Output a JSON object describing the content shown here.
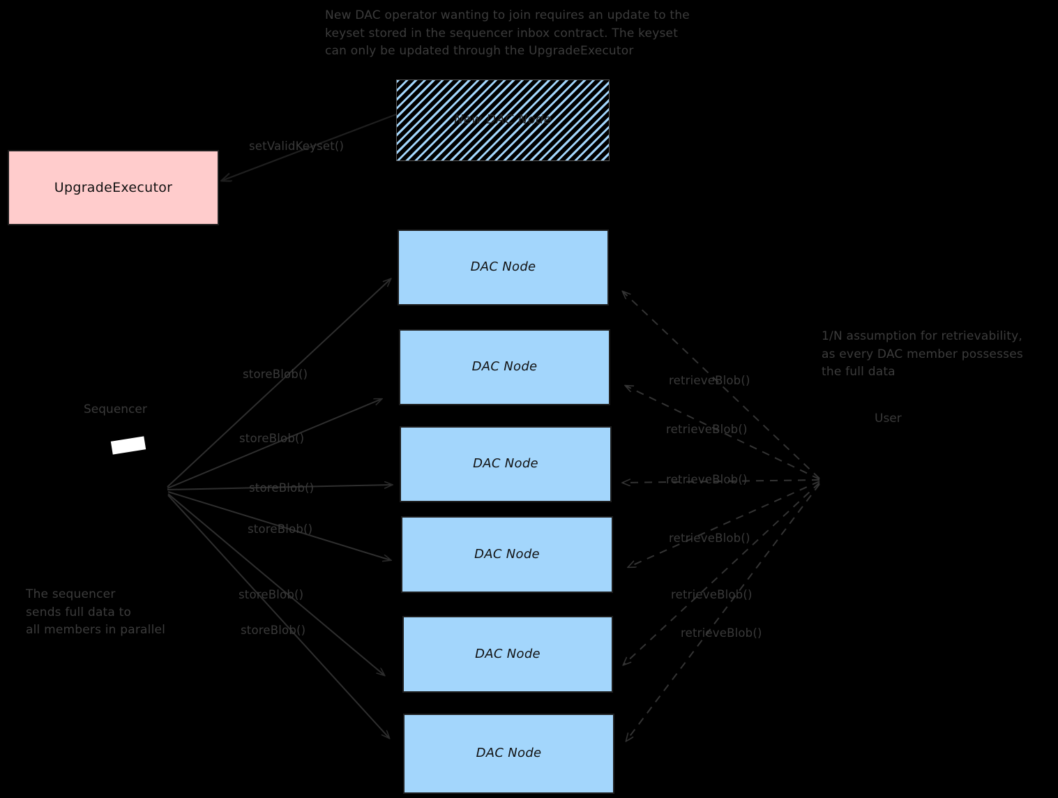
{
  "diagram": {
    "title_note": "New DAC operator wanting to join requires an update to the\nkeyset stored in the sequencer inbox contract. The keyset\ncan only be updated through the UpgradeExecutor",
    "background_color": "#000000",
    "colors": {
      "dac_node_fill": "#a3d6fc",
      "upgrade_executor_fill": "#ffcccc",
      "stroke": "#1f1f1f",
      "annotation_text": "#3c3c3c"
    },
    "nodes": {
      "new_dac_node": {
        "label": "New DAC\nNode",
        "style": "hatched"
      },
      "upgrade_executor": {
        "label": "UpgradeExecutor",
        "style": "pink-box"
      },
      "dac_nodes": [
        {
          "label": "DAC\nNode"
        },
        {
          "label": "DAC\nNode"
        },
        {
          "label": "DAC\nNode"
        },
        {
          "label": "DAC\nNode"
        },
        {
          "label": "DAC\nNode"
        },
        {
          "label": "DAC\nNode"
        }
      ]
    },
    "actors": {
      "sequencer": {
        "label": "Sequencer"
      },
      "user": {
        "label": "User"
      }
    },
    "edges": {
      "set_valid_keyset": {
        "label": "setValidKeyset()"
      },
      "store_blob": [
        {
          "label": "storeBlob()"
        },
        {
          "label": "storeBlob()"
        },
        {
          "label": "storeBlob()"
        },
        {
          "label": "storeBlob()"
        },
        {
          "label": "storeBlob()"
        },
        {
          "label": "storeBlob()"
        }
      ],
      "retrieve_blob": [
        {
          "label": "retrieveBlob()"
        },
        {
          "label": "retrieveBlob()"
        },
        {
          "label": "retrieveBlob()"
        },
        {
          "label": "retrieveBlob()"
        },
        {
          "label": "retrieveBlob()"
        },
        {
          "label": "retrieveBlob()"
        }
      ]
    },
    "notes": {
      "sequencer_note": "The sequencer\nsends full data to\nall members in parallel",
      "retrievability_note": "1/N assumption for retrievability,\nas every DAC member possesses\nthe full data"
    }
  }
}
